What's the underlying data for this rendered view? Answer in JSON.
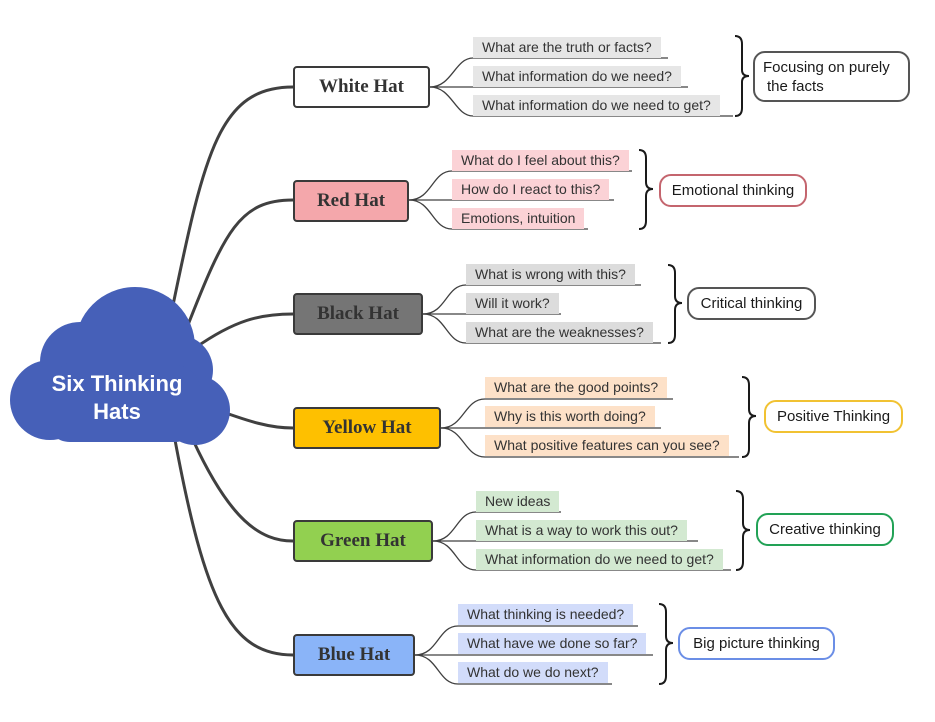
{
  "root": {
    "title": "Six Thinking Hats",
    "line1": "Six Thinking",
    "line2": "Hats",
    "color": "#4660b8"
  },
  "hats": [
    {
      "label": "White Hat",
      "fill": "#ffffff",
      "question_fill": "#e6e6e6",
      "summary_border": "#555555",
      "questions": [
        "What are the truth or facts?",
        "What information do we need?",
        "What information do we need to get?"
      ],
      "summary_line1": "Focusing on purely",
      "summary_line2": "the facts"
    },
    {
      "label": "Red Hat",
      "fill": "#f4a7ab",
      "question_fill": "#fbd2d6",
      "summary_border": "#c4656e",
      "questions": [
        "What do I feel about this?",
        "How do I react to this?",
        "Emotions, intuition"
      ],
      "summary": "Emotional thinking"
    },
    {
      "label": "Black Hat",
      "fill": "#757575",
      "question_fill": "#dcdcdc",
      "summary_border": "#555555",
      "questions": [
        "What is wrong with this?",
        "Will it work?",
        "What are the weaknesses?"
      ],
      "summary": "Critical thinking"
    },
    {
      "label": "Yellow Hat",
      "fill": "#fec000",
      "question_fill": "#fde1c8",
      "summary_border": "#f1c232",
      "questions": [
        "What are the good points?",
        "Why is this worth doing?",
        "What positive features can you see?"
      ],
      "summary": "Positive Thinking"
    },
    {
      "label": "Green Hat",
      "fill": "#92d050",
      "question_fill": "#d3e9d1",
      "summary_border": "#22a256",
      "questions": [
        "New ideas",
        "What is a way to work this out?",
        "What information do we need to get?"
      ],
      "summary": "Creative thinking"
    },
    {
      "label": "Blue Hat",
      "fill": "#8ab4f8",
      "question_fill": "#d2dcfa",
      "summary_border": "#6b8ee6",
      "questions": [
        "What thinking is needed?",
        "What have we done so far?",
        "What do we do next?"
      ],
      "summary": "Big picture thinking"
    }
  ]
}
